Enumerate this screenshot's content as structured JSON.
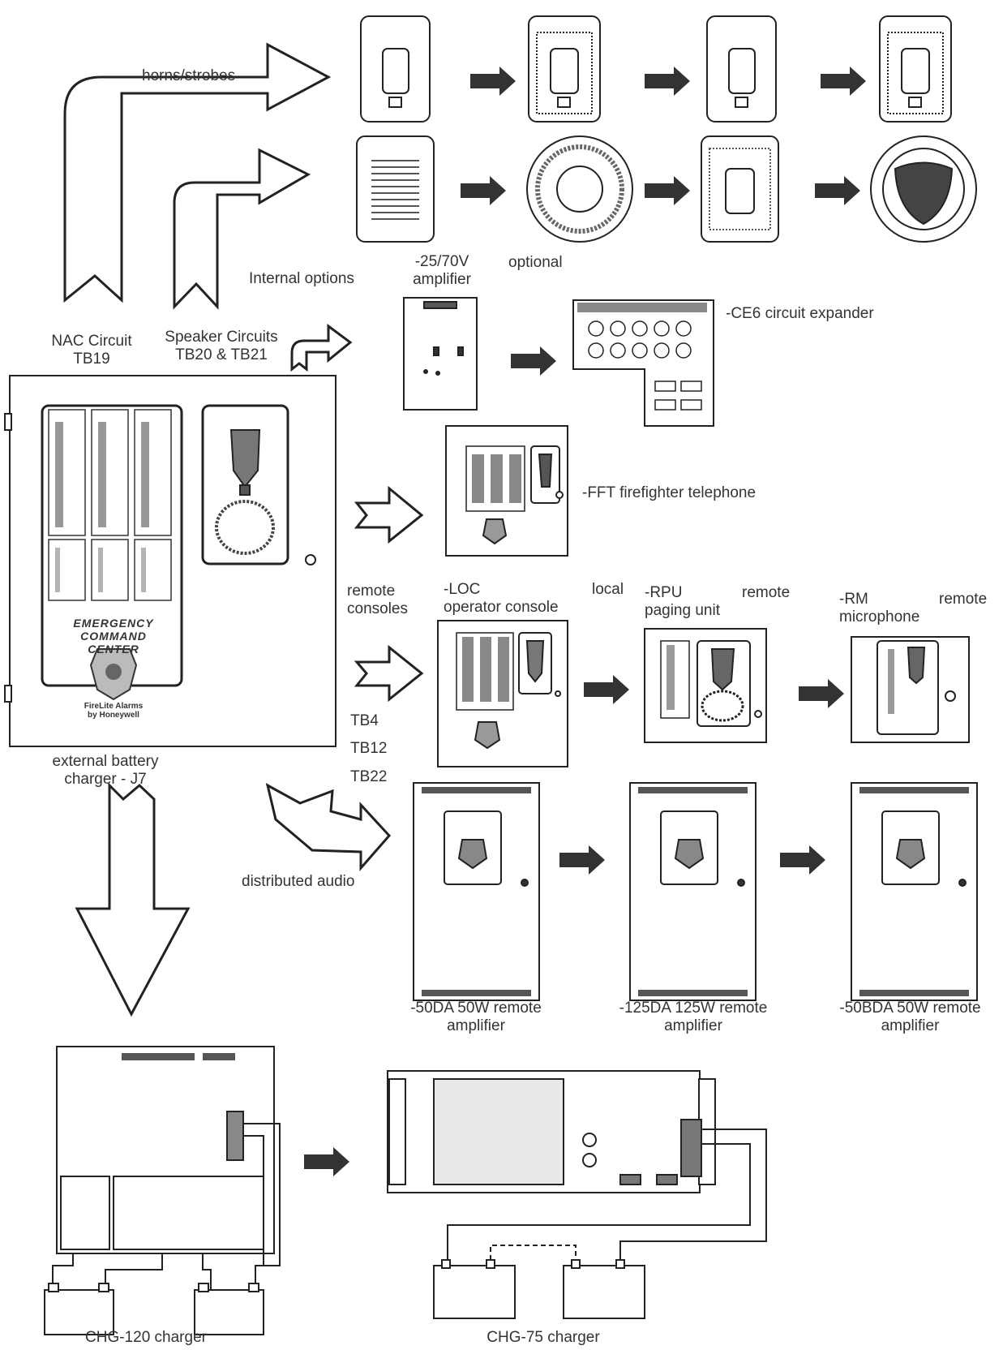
{
  "labels": {
    "horns_strobes": "horns/strobes",
    "nac_circuit_1": "NAC Circuit",
    "nac_circuit_2": "TB19",
    "speaker_circuits_1": "Speaker Circuits",
    "speaker_circuits_2": "TB20 & TB21",
    "internal_options": "Internal options",
    "amp_25_70v_1": "-25/70V",
    "amp_25_70v_2": "amplifier",
    "optional": "optional",
    "ce6": "-CE6 circuit expander",
    "fft": "-FFT firefighter telephone",
    "remote_consoles_1": "remote",
    "remote_consoles_2": "consoles",
    "loc_1": "-LOC",
    "loc_2": "operator console",
    "local": "local",
    "rpu_1": "-RPU",
    "rpu_remote": "remote",
    "rpu_2": "paging unit",
    "rm_1": "-RM",
    "rm_remote": "remote",
    "rm_2": "microphone",
    "tb4": "TB4",
    "tb12": "TB12",
    "tb22": "TB22",
    "ext_battery_1": "external battery",
    "ext_battery_2": "charger - J7",
    "distributed_audio": "distributed audio",
    "amp50da_1": "-50DA 50W remote",
    "amp50da_2": "amplifier",
    "amp125da_1": "-125DA 125W remote",
    "amp125da_2": "amplifier",
    "amp50bda_1": "-50BDA 50W remote",
    "amp50bda_2": "amplifier",
    "chg120": "CHG-120 charger",
    "chg75": "CHG-75 charger"
  },
  "panel": {
    "title_1": "EMERGENCY",
    "title_2": "COMMAND CENTER",
    "brand_1": "FireLite Alarms",
    "brand_2": "by Honeywell"
  },
  "colors": {
    "line": "#222222",
    "arrow_fill": "#ffffff",
    "solid_arrow": "#333333"
  }
}
